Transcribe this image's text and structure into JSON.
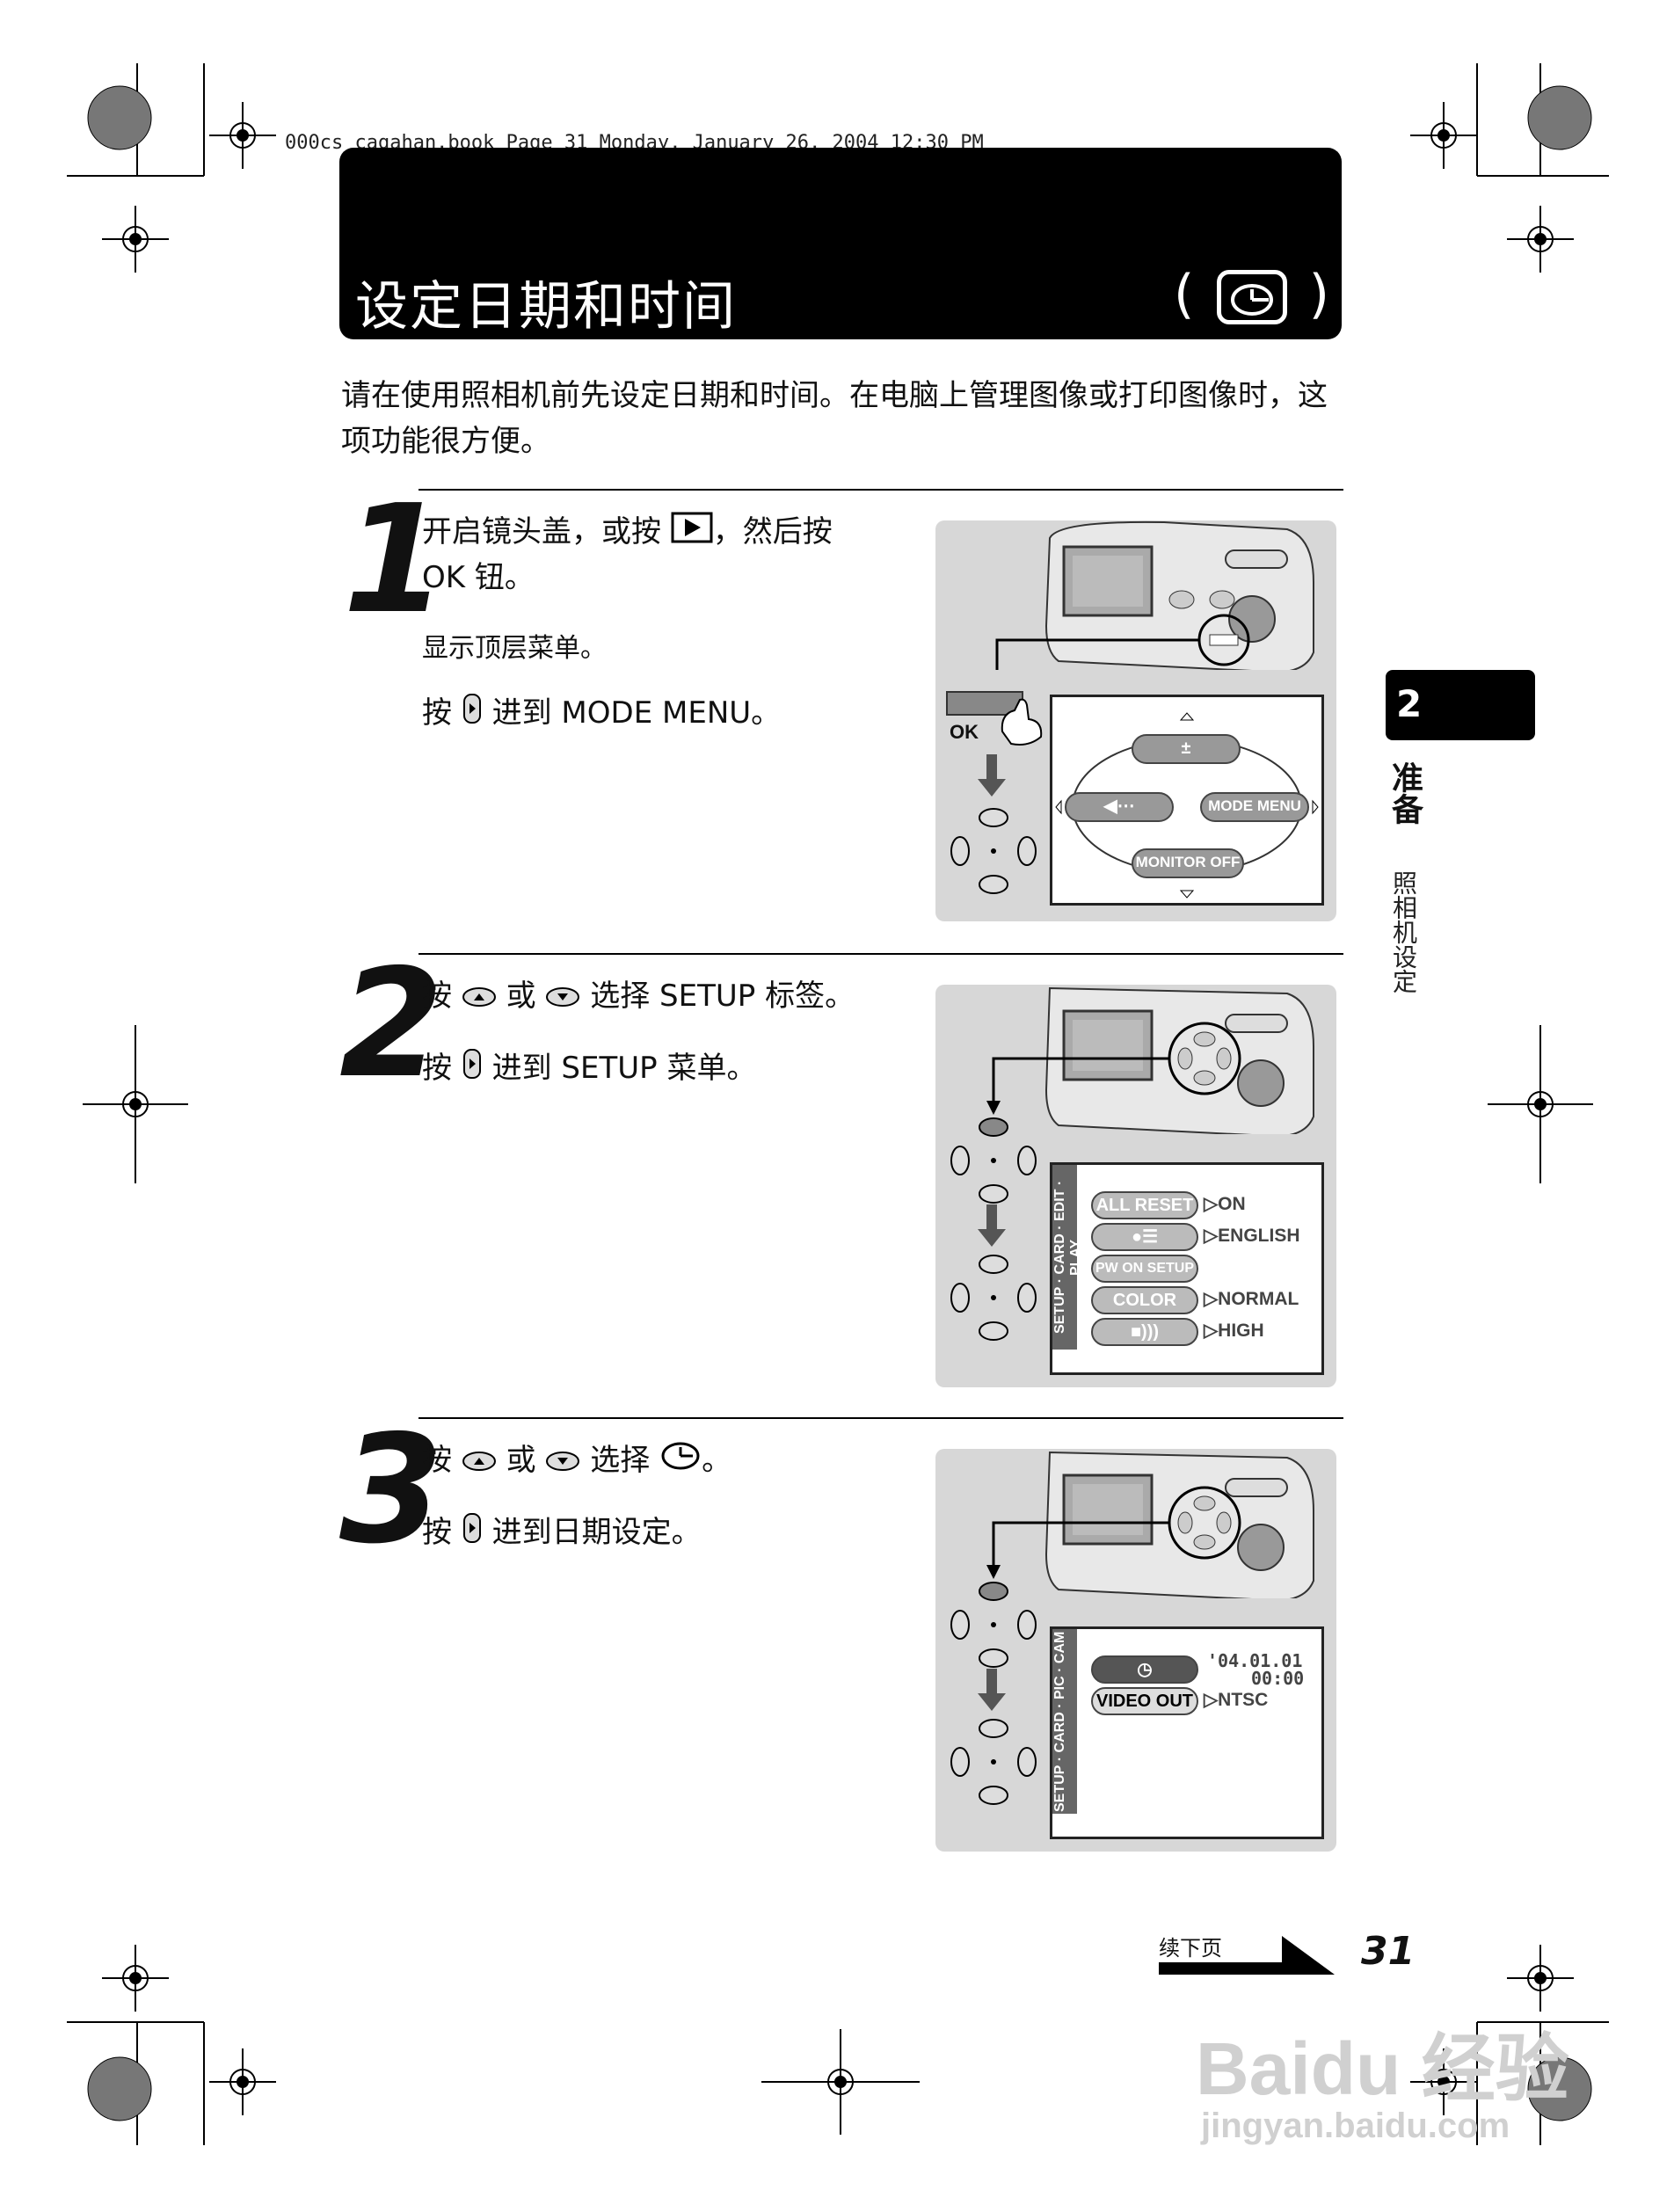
{
  "print_info": "000cs_cagahan.book  Page 31  Monday, January 26, 2004  12:30 PM",
  "header": {
    "title": "设定日期和时间",
    "icon_open": "(",
    "icon_close": ")",
    "icon": "clock-icon"
  },
  "intro": "请在使用照相机前先设定日期和时间。在电脑上管理图像或打印图像时，这项功能很方便。",
  "steps": [
    {
      "num": "1",
      "line1a": "开启镜头盖，或按",
      "line1b": "，然后按",
      "line1c": "OK 钮。",
      "note": "显示顶层菜单。",
      "line3a": "按",
      "line3b": "进到 MODE MENU。"
    },
    {
      "num": "2",
      "line1a": "按",
      "line1b": "或",
      "line1c": "选择 SETUP 标签。",
      "line2a": "按",
      "line2b": "进到 SETUP 菜单。"
    },
    {
      "num": "3",
      "line1a": "按",
      "line1b": "或",
      "line1c": "选择",
      "line1d": "。",
      "line2a": "按",
      "line2b": "进到日期设定。"
    }
  ],
  "illus1": {
    "ok_label": "OK",
    "mode_menu": "MODE MENU",
    "monitor_off": "MONITOR OFF"
  },
  "illus2": {
    "tabs": [
      "SETUP",
      "CARD",
      "EDIT",
      "PLAY"
    ],
    "rows": [
      {
        "label": "ALL RESET",
        "value": "ON"
      },
      {
        "label": "",
        "value": "ENGLISH"
      },
      {
        "label": "PW ON SETUP",
        "value": ""
      },
      {
        "label": "COLOR",
        "value": "NORMAL"
      },
      {
        "label": "",
        "value": "HIGH"
      }
    ]
  },
  "illus3": {
    "tabs": [
      "SETUP",
      "CARD",
      "PIC",
      "CAM"
    ],
    "date_value": "'04.01.01",
    "time_value": "00:00",
    "video_label": "VIDEO OUT",
    "video_value": "NTSC"
  },
  "side": {
    "chapter": "2",
    "section": "准备",
    "subsection": "照相机设定"
  },
  "footer": {
    "continued": "续下页",
    "page": "31"
  },
  "watermark": {
    "brand": "Bai",
    "brand2": "du",
    "cn": "经验",
    "url": "jingyan.baidu.com"
  }
}
